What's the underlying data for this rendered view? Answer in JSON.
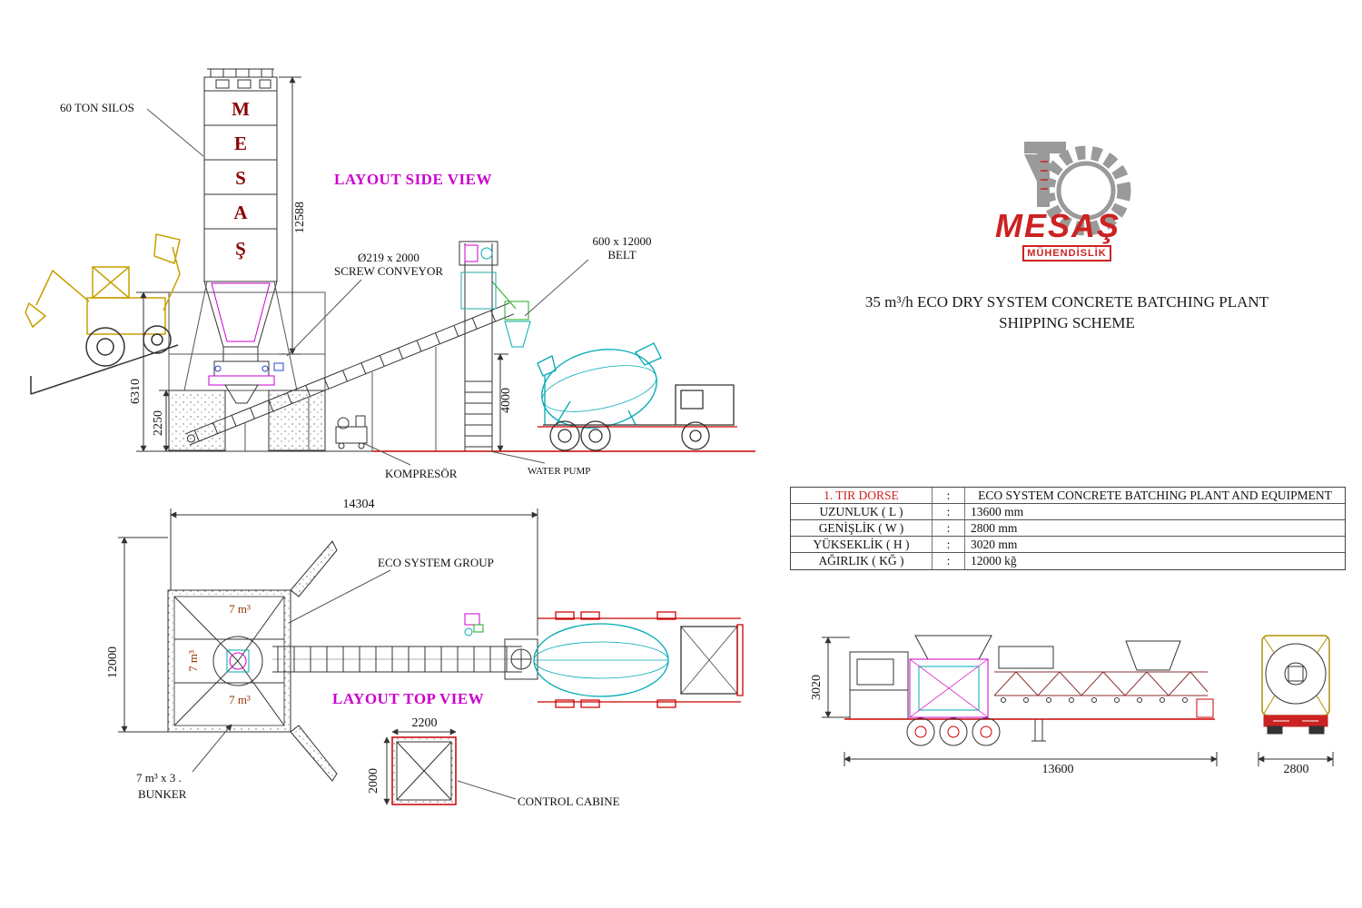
{
  "header": {
    "logo_text": "MESAŞ",
    "logo_subtitle": "MÜHENDİSLİK",
    "title_line1": "35 m³/h ECO DRY SYSTEM CONCRETE BATCHING PLANT",
    "title_line2": "SHIPPING SCHEME"
  },
  "side_view": {
    "view_label": "LAYOUT SIDE VIEW",
    "silo_callout": "60 TON SILOS",
    "silo_letters": [
      "M",
      "E",
      "S",
      "A",
      "Ş"
    ],
    "screw_conveyor_line1": "Ø219 x 2000",
    "screw_conveyor_line2": "SCREW CONVEYOR",
    "belt_line1": "600 x 12000",
    "belt_line2": "BELT",
    "kompresor_label": "KOMPRESÖR",
    "water_pump_label": "WATER PUMP",
    "dims": {
      "silo_height": "12588",
      "plant_height": "6310",
      "foundation_height": "2250",
      "discharge_height": "4000"
    }
  },
  "top_view": {
    "view_label": "LAYOUT TOP VIEW",
    "eco_group_label": "ECO SYSTEM GROUP",
    "bunker_cell_top": "7 m³",
    "bunker_cell_left": "7 m³",
    "bunker_cell_bottom": "7 m³",
    "bunker_note_line1": "7 m³ x 3 .",
    "bunker_note_line2": "BUNKER",
    "control_cabin_label": "CONTROL CABINE",
    "dims": {
      "length": "14304",
      "width": "12000",
      "cabin_width": "2200",
      "cabin_depth": "2000"
    }
  },
  "spec_table": {
    "rows": [
      {
        "label": "1. TIR DORSE",
        "colon": ":",
        "value": "ECO SYSTEM CONCRETE BATCHING PLANT AND EQUIPMENT"
      },
      {
        "label": "UZUNLUK ( L )",
        "colon": ":",
        "value": "13600 mm"
      },
      {
        "label": "GENİŞLİK ( W )",
        "colon": ":",
        "value": "2800 mm"
      },
      {
        "label": "YÜKSEKLİK ( H )",
        "colon": ":",
        "value": "3020 mm"
      },
      {
        "label": "AĞIRLIK ( KĞ )",
        "colon": ":",
        "value": "12000 kğ"
      }
    ]
  },
  "shipping_view": {
    "dims": {
      "height": "3020",
      "length": "13600",
      "width": "2800"
    }
  },
  "colors": {
    "line_dark": "#333333",
    "accent_magenta": "#cc00cc",
    "brand_red": "#cc2222",
    "drawing_cyan": "#00aab4",
    "machine_yellow": "#c8a000",
    "ground_red": "#cc0000",
    "silo_letter_red": "#8b0000",
    "belt_brown": "#8b3030"
  }
}
